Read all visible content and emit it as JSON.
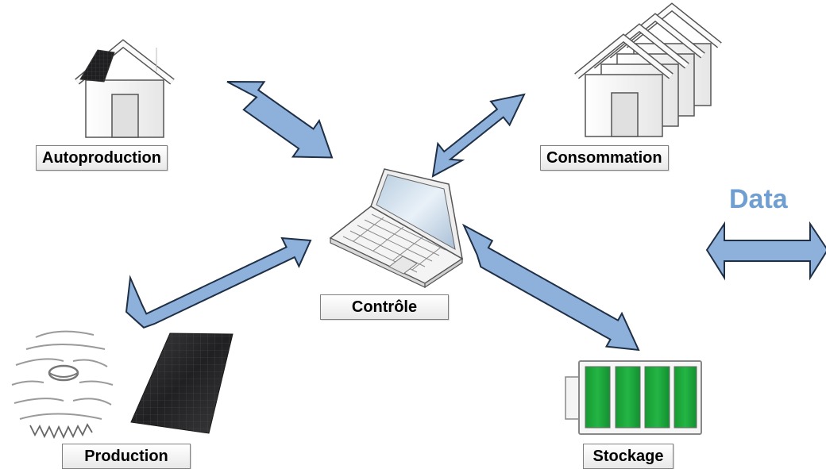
{
  "labels": {
    "autoproduction": "Autoproduction",
    "consommation": "Consommation",
    "controle": "Contrôle",
    "production": "Production",
    "stockage": "Stockage"
  },
  "data_title": "Data",
  "colors": {
    "arrow_fill": "#8eb1db",
    "arrow_stroke": "#1f2f45",
    "data_text": "#6f9fd2",
    "battery_cell": "#1ea53a",
    "panel_dark": "#2a2a2c"
  },
  "icons": [
    "house-icon",
    "houses-icon",
    "laptop-icon",
    "wind-turbine-icon",
    "solar-panel-icon",
    "battery-icon"
  ]
}
